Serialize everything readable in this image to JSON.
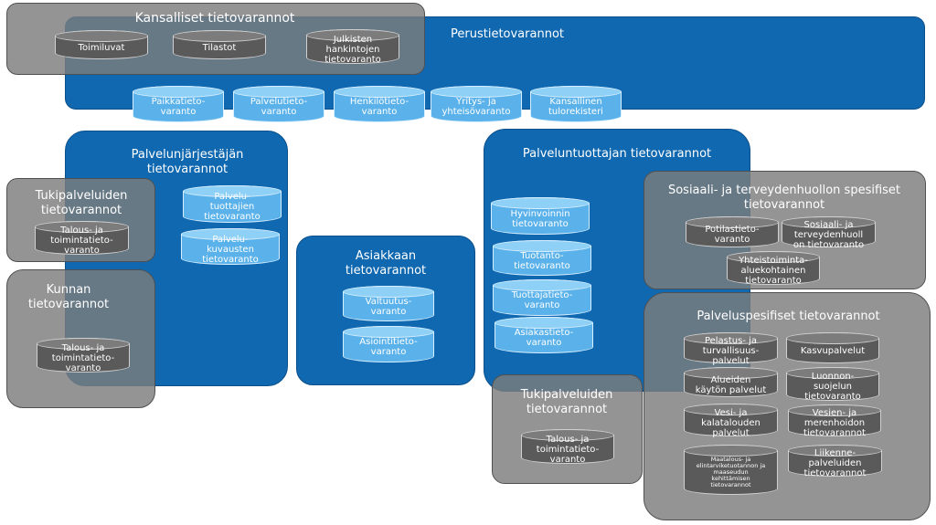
{
  "national": {
    "title": "Kansalliset tietovarannot",
    "items": [
      "Toimiluvat",
      "Tilastot",
      "Julkisten\nhankintojen\ntietovaranto"
    ]
  },
  "basic": {
    "title": "Perustietovarannot",
    "items": [
      "Paikkatieto-\nvaranto",
      "Palvelutieto-\nvaranto",
      "Henkilötieto-\nvaranto",
      "Yritys- ja\nyhteisövaranto",
      "Kansallinen\ntulorekisteri"
    ]
  },
  "organizer": {
    "title": "Palvelunjärjestäjän\ntietovarannot",
    "items": [
      "Palvelu-\ntuottajien\ntietovaranto",
      "Palvelu-\nkuvausten\ntietovaranto"
    ]
  },
  "support_left": {
    "title": "Tukipalveluiden\ntietovarannot",
    "items": [
      "Talous- ja\ntoimintatieto-\nvaranto"
    ]
  },
  "municipality": {
    "title": "Kunnan\ntietovarannot",
    "items": [
      "Talous- ja\ntoimintatieto-\nvaranto"
    ]
  },
  "customer": {
    "title": "Asiakkaan\ntietovarannot",
    "items": [
      "Valtuutus-\nvaranto",
      "Asiointitieto-\nvaranto"
    ]
  },
  "producer": {
    "title": "Palveluntuottajan tietovarannot",
    "items": [
      "Hyvinvoinnin\ntietovaranto",
      "Tuotanto-\ntietovaranto",
      "Tuottajatieto-\nvaranto",
      "Asiakastieto-\nvaranto"
    ]
  },
  "support_right": {
    "title": "Tukipalveluiden\ntietovarannot",
    "items": [
      "Talous- ja\ntoimintatieto-\nvaranto"
    ]
  },
  "social": {
    "title": "Sosiaali- ja terveydenhuollon spesifiset\ntietovarannot",
    "items": [
      "Potilastieto-\nvaranto",
      "Sosiaali- ja\nterveydenhuoll\non tietovaranto",
      "Yhteistoiminta-\naluekohtainen\ntietovaranto"
    ]
  },
  "service_specific": {
    "title": "Palveluspesifiset tietovarannot",
    "items": [
      "Pelastus- ja\nturvallisuus-\npalvelut",
      "Kasvupalvelut",
      "Alueiden\nkäytön palvelut",
      "Luonnon-\nsuojelun\ntietovaranto",
      "Vesi- ja\nkalatalouden\npalvelut",
      "Vesien- ja\nmerenhoidon\ntietovarannot",
      "Maatalous- ja\nelintarviketuotannon ja\nmaaseudun\nkehittämisen\ntietovarannot",
      "Liikenne-\npalveluiden\ntietovarannot"
    ]
  }
}
